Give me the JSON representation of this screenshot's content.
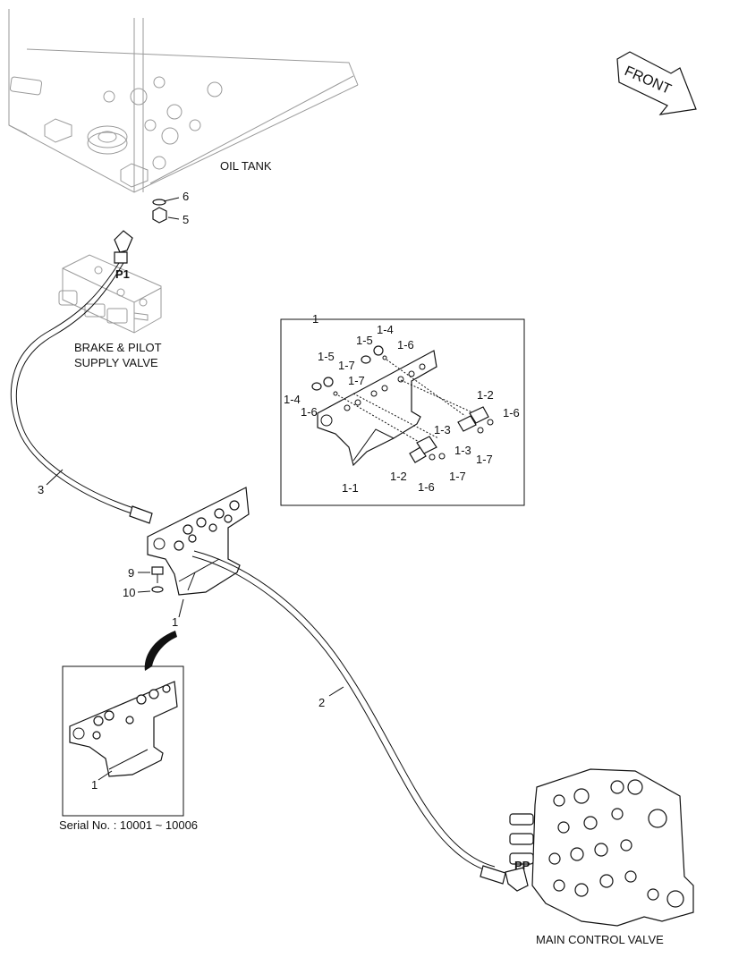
{
  "labels": {
    "oil_tank": "OIL TANK",
    "brake_valve_1": "BRAKE & PILOT",
    "brake_valve_2": "SUPPLY VALVE",
    "main_valve": "MAIN CONTROL VALVE",
    "front": "FRONT",
    "serial": "Serial No. : 10001 ~ 10006",
    "port_p1": "P1",
    "port_pp": "PP"
  },
  "callouts": {
    "c1_main": "1",
    "c1_detail": "1",
    "c1_box": "1",
    "c2": "2",
    "c3": "3",
    "c5": "5",
    "c6": "6",
    "c9": "9",
    "c10": "10",
    "d_1_1": "1-1",
    "d_1_2a": "1-2",
    "d_1_2b": "1-2",
    "d_1_3a": "1-3",
    "d_1_3b": "1-3",
    "d_1_4a": "1-4",
    "d_1_4b": "1-4",
    "d_1_5a": "1-5",
    "d_1_5b": "1-5",
    "d_1_6a": "1-6",
    "d_1_6b": "1-6",
    "d_1_6c": "1-6",
    "d_1_6d": "1-6",
    "d_1_7a": "1-7",
    "d_1_7b": "1-7",
    "d_1_7c": "1-7",
    "d_1_7d": "1-7"
  }
}
